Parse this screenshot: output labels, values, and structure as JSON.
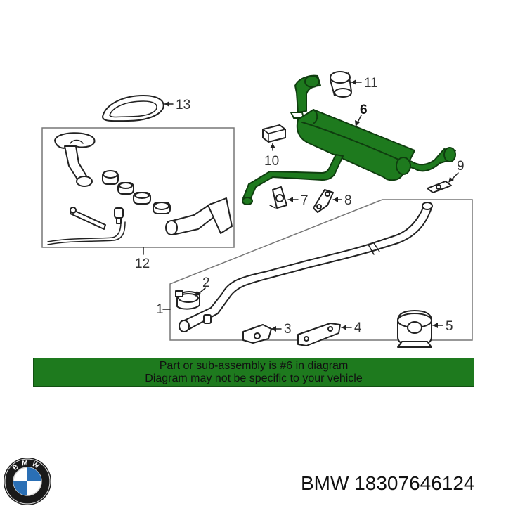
{
  "callouts": {
    "c1": "1",
    "c2": "2",
    "c3": "3",
    "c4": "4",
    "c5": "5",
    "c6": "6",
    "c7": "7",
    "c8": "8",
    "c9": "9",
    "c10": "10",
    "c11": "11",
    "c12": "12",
    "c13": "13"
  },
  "notice": {
    "line1": "Part or sub-assembly is #6 in diagram",
    "line2": "Diagram may not be specific to your vehicle"
  },
  "brand": {
    "logo_letters": "BMW",
    "part_label": "BMW 18307646124"
  },
  "colors": {
    "highlight": "#1e7a1e",
    "banner": "#1e7a1e",
    "logo_blue": "#2a6fb5"
  }
}
